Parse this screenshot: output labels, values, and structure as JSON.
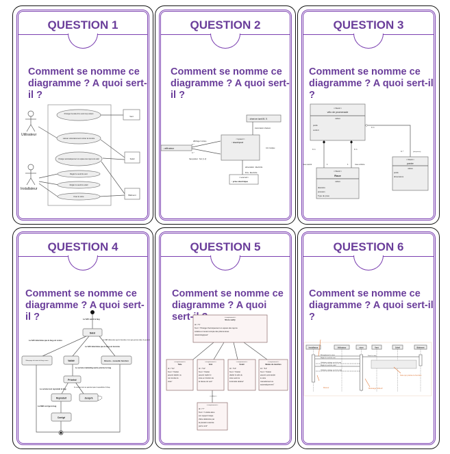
{
  "cards": [
    {
      "title": "QUESTION 1",
      "question_line1": "Comment se nomme ce",
      "question_line2": "diagramme ? A quoi sert-il ?",
      "diagram": {
        "actors": [
          "Utilisateur",
          "Installateur"
        ],
        "use_cases": [
          "Protéger la toile d'un vent trop violent",
          "Laisser volontairement rentrer la lumière",
          "Protéger automatiquement un espace des rayons du soleil",
          "Régler le seuil du vent",
          "Régler le seuil du soleil",
          "Fixer le store"
        ],
        "external": [
          "Vent",
          "Soleil",
          "Bâtiment"
        ]
      }
    },
    {
      "title": "QUESTION 2",
      "question_line1": "Comment se nomme ce",
      "question_line2": "diagramme ? A quoi sert-il ?",
      "diagram": {
        "user": ": utilisateur",
        "system_stereo": "<<system>>",
        "system": ": réveil ipod",
        "song": ": chanson ipod [0..*]",
        "plug_stereo": "<<external>>",
        "plug": ": prise électrique",
        "display": "affichage / lumière",
        "speaker": "haut-parleur : Son [1..2]",
        "mult1": "0..*",
        "mult2": "0..*",
        "transmission": "transmission chanson",
        "mix": "mix musique",
        "power": "alimentation : Electricité",
        "plug_label": "fiche : Electricité"
      }
    },
    {
      "title": "QUESTION 3",
      "question_line1": "Comment se nomme ce",
      "question_line2": "diagramme ? A quoi sert-il ?",
      "diagram": {
        "stereo": "<<block>>",
        "bike": "vélo de promenade",
        "values": "values",
        "bike_values": [
          "poids",
          "confort"
        ],
        "wheel": "Roue",
        "wheel_values": [
          "diamètre",
          "pression",
          "Type de pneu"
        ],
        "basket": "panier",
        "basket_values": [
          "poids",
          "dimensions"
        ],
        "front": "roue avant",
        "rear": "roue arrière",
        "m01": "0..1",
        "m1": "1",
        "m0n": "0..*",
        "ref": "{ref=panier}"
      }
    },
    {
      "title": "QUESTION 4",
      "question_line1": "Comment se nomme ce",
      "question_line2": "diagramme ? A quoi sert-il ?",
      "diagram": {
        "states": [
          "Saisi",
          "Marquage du statut du bug connu",
          "Validé",
          "Résolu – nouvelle fonction",
          "Priorisé",
          "Reproduit",
          "Jusqu'à",
          "Corrigé"
        ],
        "transitions": [
          "Le SAV saisit le bug",
          "Le SAV détermine que le bug est connu",
          "Le SAV détermine que le bug est inconnu",
          "Le SAV détermine que la fonction n'est pas prévue dans le produit",
          "Le service marketing-vente priorise le bug",
          "Le service test reproduit le bug",
          "Le service test ne parvient pas à reproduire le bug",
          "La R&D corrige le bug"
        ]
      }
    },
    {
      "title": "QUESTION 5",
      "question_line1": "Comment se nomme ce",
      "question_line2": "diagramme ? A quoi sert-il ?",
      "diagram": {
        "stereo": "<<requirement>>",
        "refine": "<<refine>>",
        "top": {
          "name": "Store sunfy",
          "id": "Id = \"6\"",
          "text": [
            "Text = \"Protéger thermiquement un espace des rayons",
            "solaires en tenant compte des phénomènes",
            "météorologiques\""
          ]
        },
        "reqs": [
          {
            "name": "Toile",
            "id": "Id = \"6.1\"",
            "text": [
              "Text = \"Ondoit",
              "pouvoir déplier ou",
              "non la toile du",
              "store\""
            ]
          },
          {
            "name": "Vent",
            "id": "Id = \"6.2\"",
            "text": [
              "Text = \"Ondoit",
              "pouvoir replier le",
              "store en fonction de",
              "la vitesse du vent\""
            ]
          },
          {
            "name": "Soleil",
            "id": "Id = \"6.3\"",
            "text": [
              "Text = \"Ondoit",
              "déplier la toile du",
              "store selon la",
              "luminosité désirée\""
            ]
          },
          {
            "name": "Modes de marches",
            "id": "Id = \"6.4\"",
            "text": [
              "Text = \"Ondoit",
              "pouvoir commander",
              "le store",
              "manuellement ou",
              "automatiquement\""
            ]
          }
        ],
        "bottom": {
          "id": "Id = \"7\"",
          "text": [
            "Text = \"L'étoile attou",
            "son support risque",
            "d'être détériorés par",
            "la pression exercée",
            "par le vent\""
          ]
        }
      }
    },
    {
      "title": "QUESTION 6",
      "question_line1": "Comment se nomme ce",
      "question_line2": "diagramme ? A quoi sert-il ?",
      "diagram": {
        "lifelines": [
          "Installateur",
          "Utilisateur",
          "store",
          "Vent",
          "Soleil",
          "Bâtiment"
        ],
        "messages": [
          "Réceptionner le store",
          "Régler le seuil du vent",
          "Validation réglage seuil du vent",
          "Régler le seuil du soleil",
          "Validation réglage seuil du soleil",
          "Fixer le store"
        ],
        "annotations": [
          "Retour",
          "Message réflexif",
          "Note qui précise la fonction"
        ],
        "accent": "#e07a3a"
      }
    }
  ]
}
